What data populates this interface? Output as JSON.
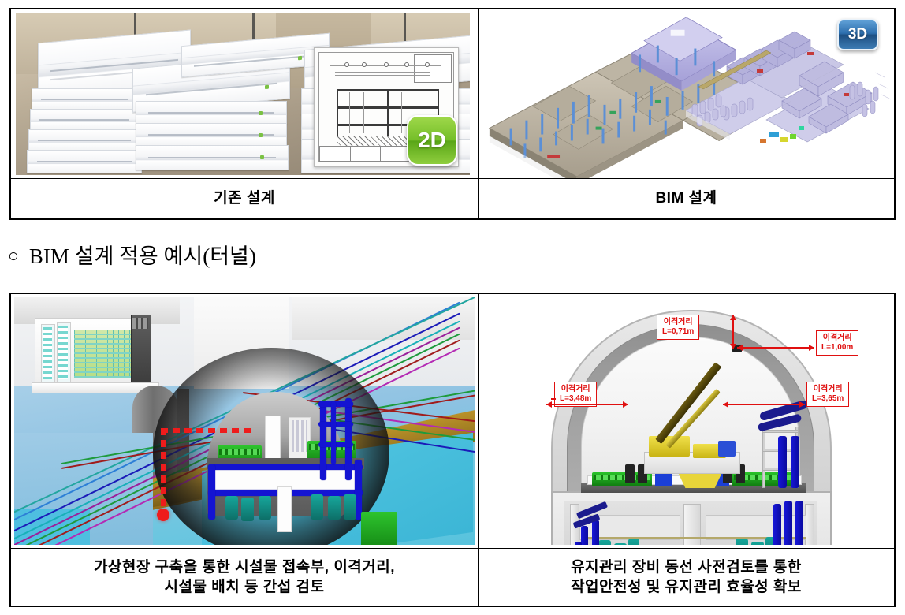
{
  "top_table": {
    "cells": [
      {
        "caption": "기존 설계",
        "media": "photo-stacked-paper-drawings",
        "badge": {
          "label": "2D",
          "color": "#76bf2a"
        }
      },
      {
        "caption": "BIM 설계",
        "media": "bim-3d-models",
        "badge": {
          "label": "3D",
          "color": "#2d6fae"
        }
      }
    ]
  },
  "section_heading": {
    "bullet": "○",
    "text": "BIM 설계 적용 예시(터널)"
  },
  "bottom_table": {
    "cells": [
      {
        "caption_line1": "가상현장 구축을 통한 시설물 접속부, 이격거리,",
        "caption_line2": "시설물 배치 등 간섭 검토",
        "media": "tunnel-virtual-site-interference-view"
      },
      {
        "caption_line1": "유지관리 장비 동선 사전검토를 통한",
        "caption_line2": "작업안전성 및 유지관리 효율성 확보",
        "media": "tunnel-cross-section-clearance-view"
      }
    ]
  },
  "clearance_labels": [
    {
      "title": "이격거리",
      "value": "L=0,71m",
      "position": "top-center"
    },
    {
      "title": "이격거리",
      "value": "L=1,00m",
      "position": "right-upper"
    },
    {
      "title": "이격거리",
      "value": "L=3,48m",
      "position": "left-lower"
    },
    {
      "title": "이격거리",
      "value": "L=3,65m",
      "position": "right-lower"
    }
  ],
  "colors": {
    "annotation_red": "#e01010",
    "badge_2d_green": "#76bf2a",
    "badge_3d_blue": "#2d6fae",
    "border_black": "#000000"
  }
}
